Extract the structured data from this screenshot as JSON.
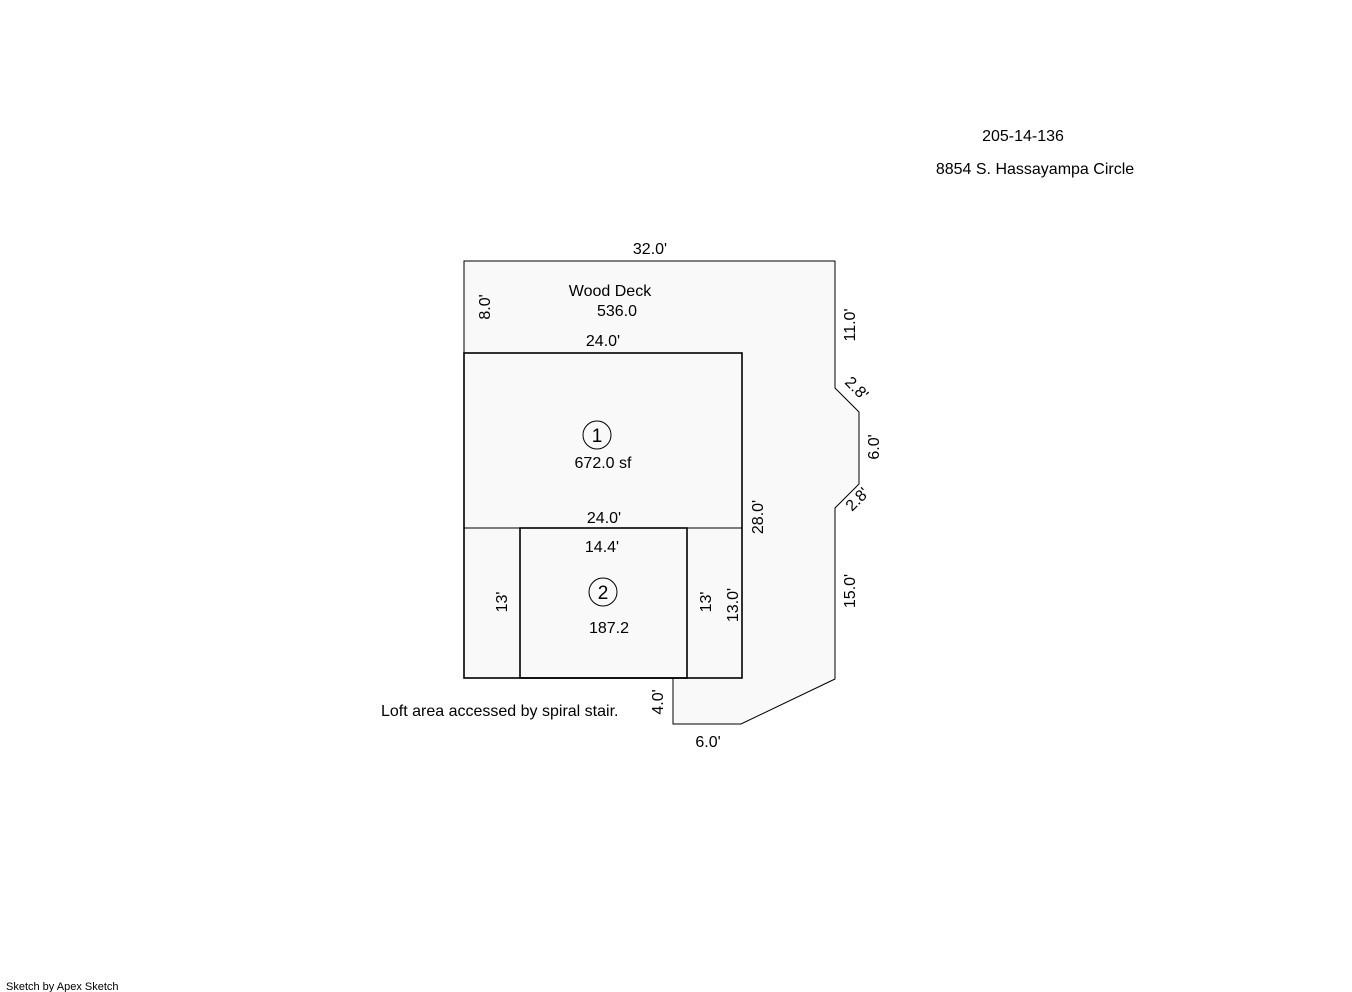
{
  "header": {
    "parcel_number": "205-14-136",
    "address": "8854 S. Hassayampa Circle"
  },
  "colors": {
    "line": "#000000",
    "area_fill": "#f9f9f9",
    "background": "#ffffff"
  },
  "deck": {
    "name": "Wood Deck",
    "area": "536.0",
    "dim_top": "32.0'",
    "dim_left": "8.0'",
    "dim_right_upper": "11.0'",
    "dim_bay_upper": "2.8'",
    "dim_bay_mid": "6.0'",
    "dim_bay_lower": "2.8'",
    "dim_right_lower": "15.0'",
    "dim_bottom_step": "4.0'",
    "dim_bottom": "6.0'"
  },
  "area1": {
    "number": "1",
    "area": "672.0 sf",
    "dim_top": "24.0'",
    "dim_right": "28.0'",
    "dim_divider": "24.0'"
  },
  "area2": {
    "number": "2",
    "area": "187.2",
    "dim_top": "14.4'",
    "dim_left": "13'",
    "dim_right_inner": "13'",
    "dim_right": "13.0'"
  },
  "note": "Loft area accessed by spiral stair.",
  "footer": "Sketch by Apex Sketch"
}
